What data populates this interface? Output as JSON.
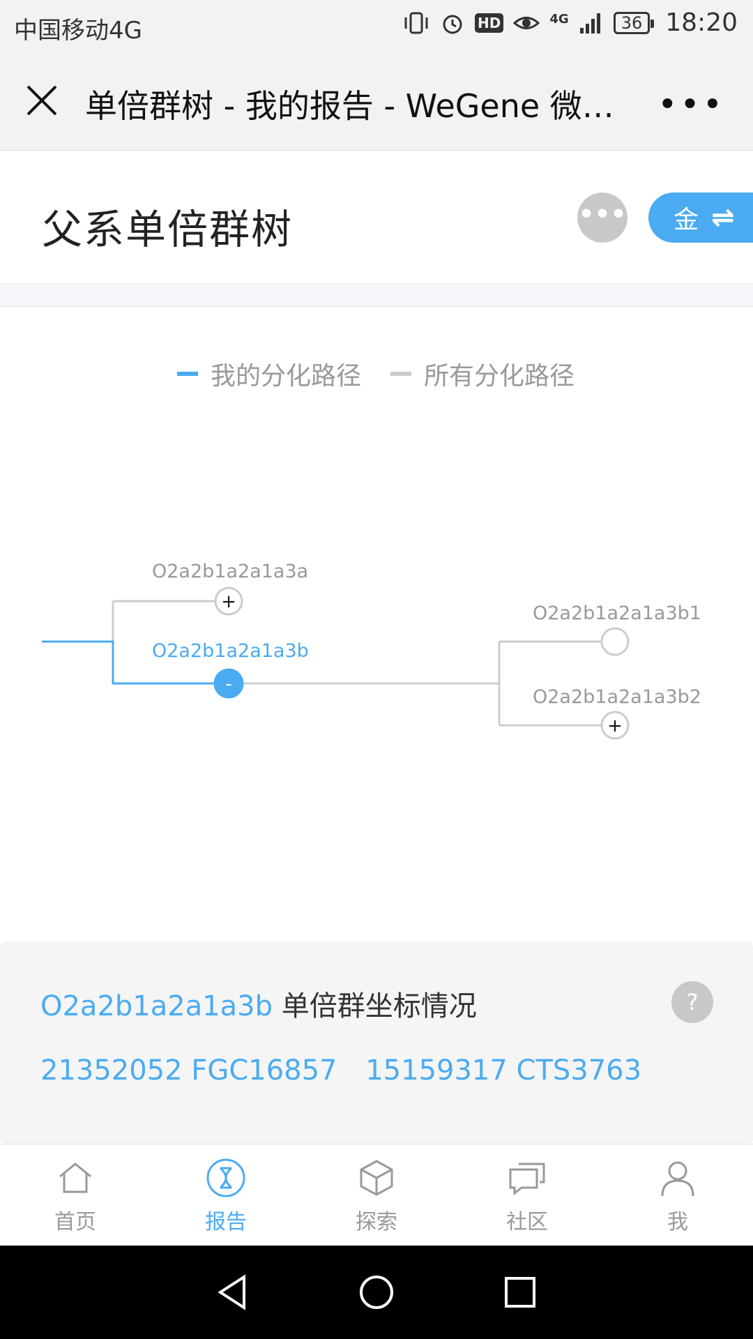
{
  "status_bar": {
    "carrier": "中国移动4G",
    "battery": "36",
    "time": "18:20",
    "hd": "HD",
    "signal": "4G"
  },
  "nav_bar": {
    "title": "单倍群树 - 我的报告 - WeGene 微…",
    "more": "•••"
  },
  "header": {
    "title": "父系单倍群树",
    "dots": "•••",
    "pill_label": "金",
    "pill_icon": "⇌"
  },
  "legend": [
    {
      "label": "我的分化路径",
      "color": "#4aabf2"
    },
    {
      "label": "所有分化路径",
      "color": "#cccccc"
    }
  ],
  "tree": {
    "nodes": [
      {
        "id": "O2a2b1a2a1a3a",
        "label": "O2a2b1a2a1a3a",
        "mine": false,
        "state": "+"
      },
      {
        "id": "O2a2b1a2a1a3b",
        "label": "O2a2b1a2a1a3b",
        "mine": true,
        "state": "-"
      },
      {
        "id": "O2a2b1a2a1a3b1",
        "label": "O2a2b1a2a1a3b1",
        "mine": false,
        "state": ""
      },
      {
        "id": "O2a2b1a2a1a3b2",
        "label": "O2a2b1a2a1a3b2",
        "mine": false,
        "state": "+"
      }
    ],
    "colors": {
      "mine": "#4aabf2",
      "all": "#cccccc"
    }
  },
  "info": {
    "haplogroup": "O2a2b1a2a1a3b",
    "title_suffix": " 单倍群坐标情况",
    "help": "?",
    "snps": [
      "21352052 FGC16857",
      "15159317 CTS3763"
    ]
  },
  "tabs": [
    {
      "label": "首页",
      "icon": "home-icon",
      "active": false
    },
    {
      "label": "报告",
      "icon": "dna-icon",
      "active": true
    },
    {
      "label": "探索",
      "icon": "cube-icon",
      "active": false
    },
    {
      "label": "社区",
      "icon": "chat-icon",
      "active": false
    },
    {
      "label": "我",
      "icon": "user-icon",
      "active": false
    }
  ]
}
